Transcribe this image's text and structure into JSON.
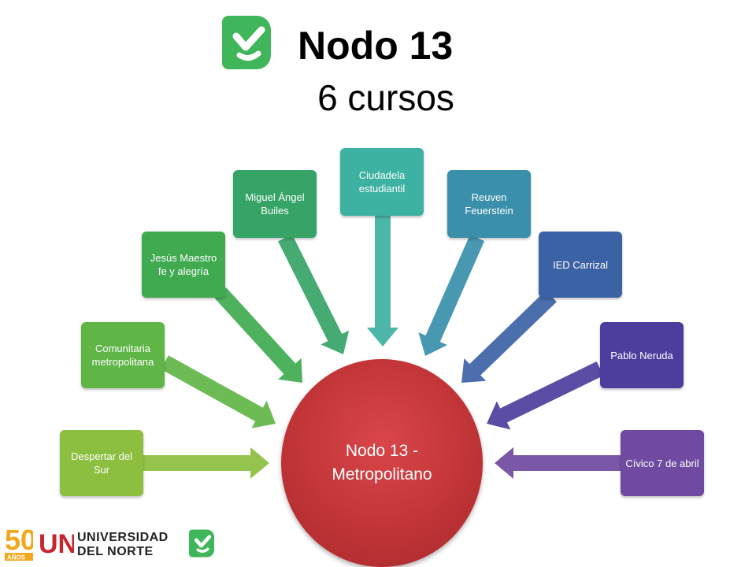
{
  "header": {
    "title": "Nodo 13",
    "subtitle": "6 cursos"
  },
  "center": {
    "label": "Nodo 13 - Metropolitano",
    "color": "#c03437"
  },
  "nodes": [
    {
      "label": "Despertar del Sur",
      "color": "#8cbf3f"
    },
    {
      "label": "Comunitaria metropolitana",
      "color": "#5fb546"
    },
    {
      "label": "Jesús Maestro fe y alegría",
      "color": "#3faa50"
    },
    {
      "label": "Miguel Ángel Builes",
      "color": "#35a466"
    },
    {
      "label": "Ciudadela estudiantil",
      "color": "#3db1a2"
    },
    {
      "label": "Reuven Feuerstein",
      "color": "#3a8faa"
    },
    {
      "label": "IED Carrizal",
      "color": "#3c62a6"
    },
    {
      "label": "Pablo Neruda",
      "color": "#4d3e9e"
    },
    {
      "label": "Cívico 7 de abril",
      "color": "#7049a0"
    }
  ],
  "footer": {
    "anniversary": "50",
    "anniversary_sub": "AÑOS",
    "un_mark": "UN",
    "university_line1": "UNIVERSIDAD",
    "university_line2": "DEL NORTE"
  },
  "brand_color": "#3fb65a"
}
